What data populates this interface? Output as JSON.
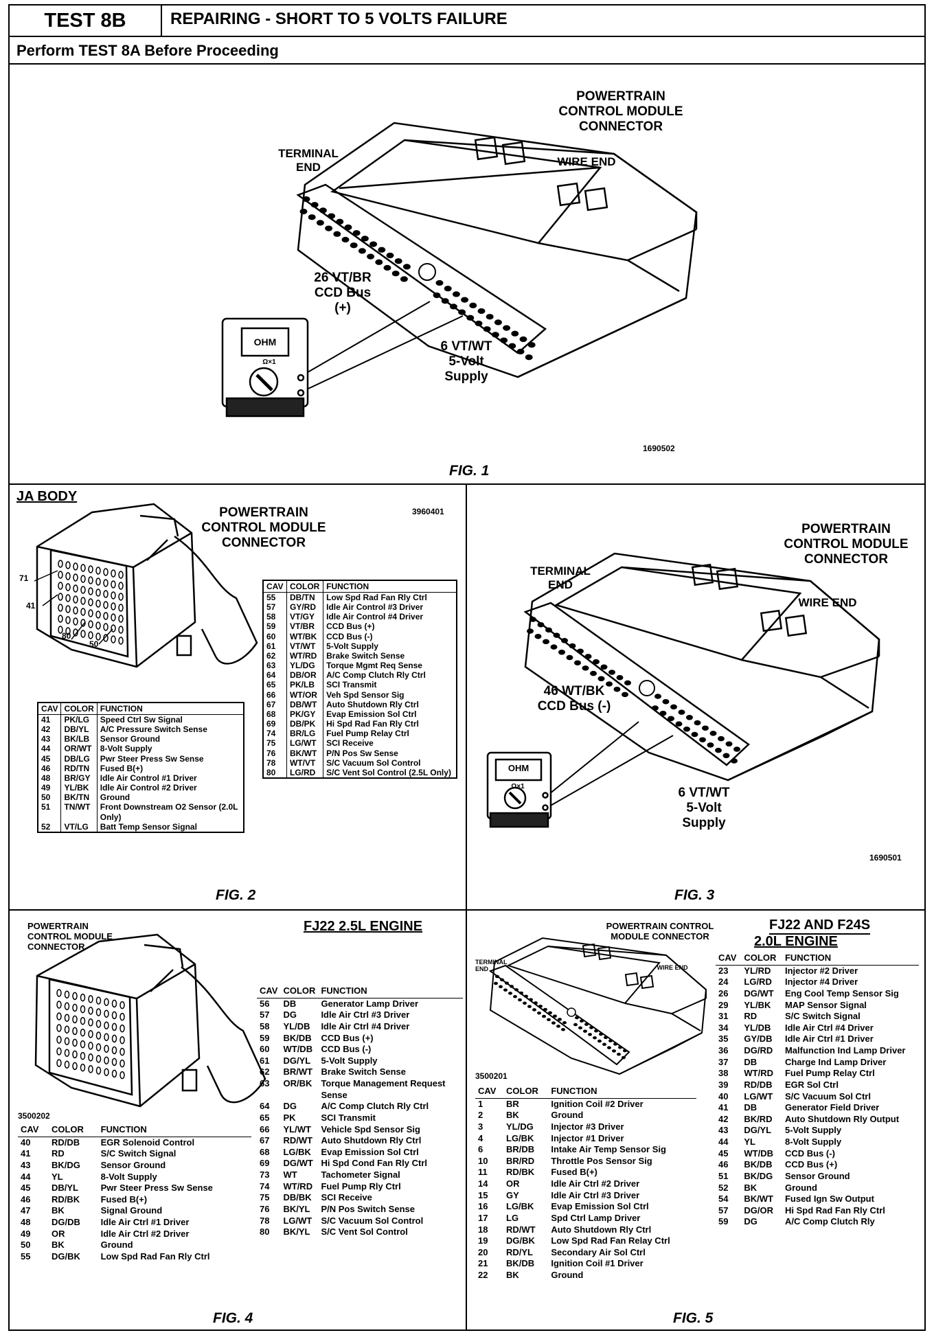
{
  "header": {
    "test_id": "TEST 8B",
    "title": "REPAIRING - SHORT TO 5 VOLTS FAILURE",
    "subtitle": "Perform TEST 8A Before Proceeding"
  },
  "fig1": {
    "connector_title": "POWERTRAIN CONTROL MODULE CONNECTOR",
    "terminal_end": "TERMINAL END",
    "wire_end": "WIRE END",
    "pin_a": "26 VT/BR CCD Bus (+)",
    "pin_b": "6 VT/WT 5-Volt Supply",
    "meter": "OHM",
    "meter_range": "Ω×1",
    "ref": "1690502",
    "caption": "FIG. 1"
  },
  "fig2": {
    "section": "JA BODY",
    "connector_title": "POWERTRAIN CONTROL MODULE CONNECTOR",
    "ref": "3960401",
    "pin_labels": [
      "71",
      "41",
      "80",
      "50"
    ],
    "caption": "FIG. 2",
    "headers": [
      "CAV",
      "COLOR",
      "FUNCTION"
    ],
    "table_left": [
      [
        "41",
        "PK/LG",
        "Speed Ctrl Sw Signal"
      ],
      [
        "42",
        "DB/YL",
        "A/C Pressure Switch Sense"
      ],
      [
        "43",
        "BK/LB",
        "Sensor Ground"
      ],
      [
        "44",
        "OR/WT",
        "8-Volt Supply"
      ],
      [
        "45",
        "DB/LG",
        "Pwr Steer Press Sw Sense"
      ],
      [
        "46",
        "RD/TN",
        "Fused B(+)"
      ],
      [
        "48",
        "BR/GY",
        "Idle Air Control #1 Driver"
      ],
      [
        "49",
        "YL/BK",
        "Idle Air Control #2 Driver"
      ],
      [
        "50",
        "BK/TN",
        "Ground"
      ],
      [
        "51",
        "TN/WT",
        "Front Downstream O2 Sensor (2.0L Only)"
      ],
      [
        "52",
        "VT/LG",
        "Batt Temp Sensor Signal"
      ]
    ],
    "table_right": [
      [
        "55",
        "DB/TN",
        "Low Spd Rad Fan Rly Ctrl"
      ],
      [
        "57",
        "GY/RD",
        "Idle Air Control #3 Driver"
      ],
      [
        "58",
        "VT/GY",
        "Idle Air Control #4 Driver"
      ],
      [
        "59",
        "VT/BR",
        "CCD Bus (+)"
      ],
      [
        "60",
        "WT/BK",
        "CCD Bus (-)"
      ],
      [
        "61",
        "VT/WT",
        "5-Volt Supply"
      ],
      [
        "62",
        "WT/RD",
        "Brake Switch Sense"
      ],
      [
        "63",
        "YL/DG",
        "Torque Mgmt Req Sense"
      ],
      [
        "64",
        "DB/OR",
        "A/C Comp Clutch Rly Ctrl"
      ],
      [
        "65",
        "PK/LB",
        "SCI Transmit"
      ],
      [
        "66",
        "WT/OR",
        "Veh Spd Sensor Sig"
      ],
      [
        "67",
        "DB/WT",
        "Auto Shutdown Rly Ctrl"
      ],
      [
        "68",
        "PK/GY",
        "Evap Emission Sol Ctrl"
      ],
      [
        "69",
        "DB/PK",
        "Hi Spd Rad Fan Rly Ctrl"
      ],
      [
        "74",
        "BR/LG",
        "Fuel Pump Relay Ctrl"
      ],
      [
        "75",
        "LG/WT",
        "SCI Receive"
      ],
      [
        "76",
        "BK/WT",
        "P/N Pos Sw Sense"
      ],
      [
        "78",
        "WT/VT",
        "S/C Vacuum Sol Control"
      ],
      [
        "80",
        "LG/RD",
        "S/C Vent Sol Control (2.5L Only)"
      ]
    ]
  },
  "fig3": {
    "connector_title": "POWERTRAIN CONTROL MODULE CONNECTOR",
    "terminal_end": "TERMINAL END",
    "wire_end": "WIRE END",
    "pin_a": "46 WT/BK CCD Bus (-)",
    "pin_b": "6 VT/WT 5-Volt Supply",
    "meter": "OHM",
    "meter_range": "Ω×1",
    "ref": "1690501",
    "caption": "FIG. 3"
  },
  "fig4": {
    "section": "FJ22 2.5L ENGINE",
    "connector_title": "POWERTRAIN CONTROL MODULE CONNECTOR",
    "ref": "3500202",
    "caption": "FIG. 4",
    "headers": [
      "CAV",
      "COLOR",
      "FUNCTION"
    ],
    "table_left": [
      [
        "40",
        "RD/DB",
        "EGR Solenoid Control"
      ],
      [
        "41",
        "RD",
        "S/C Switch Signal"
      ],
      [
        "43",
        "BK/DG",
        "Sensor Ground"
      ],
      [
        "44",
        "YL",
        "8-Volt Supply"
      ],
      [
        "45",
        "DB/YL",
        "Pwr Steer Press Sw Sense"
      ],
      [
        "46",
        "RD/BK",
        "Fused B(+)"
      ],
      [
        "47",
        "BK",
        "Signal Ground"
      ],
      [
        "48",
        "DG/DB",
        "Idle Air Ctrl #1 Driver"
      ],
      [
        "49",
        "OR",
        "Idle Air Ctrl #2 Driver"
      ],
      [
        "50",
        "BK",
        "Ground"
      ],
      [
        "55",
        "DG/BK",
        "Low Spd Rad Fan Rly Ctrl"
      ]
    ],
    "table_right": [
      [
        "56",
        "DB",
        "Generator Lamp Driver"
      ],
      [
        "57",
        "DG",
        "Idle Air Ctrl #3 Driver"
      ],
      [
        "58",
        "YL/DB",
        "Idle Air Ctrl #4 Driver"
      ],
      [
        "59",
        "BK/DB",
        "CCD Bus (+)"
      ],
      [
        "60",
        "WT/DB",
        "CCD Bus (-)"
      ],
      [
        "61",
        "DG/YL",
        "5-Volt Supply"
      ],
      [
        "62",
        "BR/WT",
        "Brake Switch Sense"
      ],
      [
        "63",
        "OR/BK",
        "Torque Management Request Sense"
      ],
      [
        "64",
        "DG",
        "A/C Comp Clutch Rly Ctrl"
      ],
      [
        "65",
        "PK",
        "SCI Transmit"
      ],
      [
        "66",
        "YL/WT",
        "Vehicle Spd Sensor Sig"
      ],
      [
        "67",
        "RD/WT",
        "Auto Shutdown Rly Ctrl"
      ],
      [
        "68",
        "LG/BK",
        "Evap Emission Sol Ctrl"
      ],
      [
        "69",
        "DG/WT",
        "Hi Spd Cond Fan Rly Ctrl"
      ],
      [
        "73",
        "WT",
        "Tachometer Signal"
      ],
      [
        "74",
        "WT/RD",
        "Fuel Pump Rly Ctrl"
      ],
      [
        "75",
        "DB/BK",
        "SCI Receive"
      ],
      [
        "76",
        "BK/YL",
        "P/N Pos Switch Sense"
      ],
      [
        "78",
        "LG/WT",
        "S/C Vacuum Sol Control"
      ],
      [
        "80",
        "BK/YL",
        "S/C Vent Sol Control"
      ]
    ]
  },
  "fig5": {
    "section_line1": "FJ22 AND F24S",
    "section_line2": "2.0L ENGINE",
    "connector_title": "POWERTRAIN CONTROL MODULE CONNECTOR",
    "terminal_end": "TERMINAL END",
    "wire_end": "WIRE END",
    "ref": "3500201",
    "caption": "FIG. 5",
    "headers": [
      "CAV",
      "COLOR",
      "FUNCTION"
    ],
    "table_left": [
      [
        "1",
        "BR",
        "Ignition Coil #2 Driver"
      ],
      [
        "2",
        "BK",
        "Ground"
      ],
      [
        "3",
        "YL/DG",
        "Injector #3 Driver"
      ],
      [
        "4",
        "LG/BK",
        "Injector #1 Driver"
      ],
      [
        "6",
        "BR/DB",
        "Intake Air Temp Sensor Sig"
      ],
      [
        "10",
        "BR/RD",
        "Throttle Pos Sensor Sig"
      ],
      [
        "11",
        "RD/BK",
        "Fused B(+)"
      ],
      [
        "14",
        "OR",
        "Idle Air Ctrl #2 Driver"
      ],
      [
        "15",
        "GY",
        "Idle Air Ctrl #3 Driver"
      ],
      [
        "16",
        "LG/BK",
        "Evap Emission Sol Ctrl"
      ],
      [
        "17",
        "LG",
        "Spd Ctrl Lamp Driver"
      ],
      [
        "18",
        "RD/WT",
        "Auto Shutdown Rly Ctrl"
      ],
      [
        "19",
        "DG/BK",
        "Low Spd Rad Fan Relay Ctrl"
      ],
      [
        "20",
        "RD/YL",
        "Secondary Air Sol Ctrl"
      ],
      [
        "21",
        "BK/DB",
        "Ignition Coil #1 Driver"
      ],
      [
        "22",
        "BK",
        "Ground"
      ]
    ],
    "table_right": [
      [
        "23",
        "YL/RD",
        "Injector #2 Driver"
      ],
      [
        "24",
        "LG/RD",
        "Injector #4 Driver"
      ],
      [
        "26",
        "DG/WT",
        "Eng Cool Temp Sensor Sig"
      ],
      [
        "29",
        "YL/BK",
        "MAP Sensor Signal"
      ],
      [
        "31",
        "RD",
        "S/C Switch Signal"
      ],
      [
        "34",
        "YL/DB",
        "Idle Air Ctrl #4 Driver"
      ],
      [
        "35",
        "GY/DB",
        "Idle Air Ctrl #1 Driver"
      ],
      [
        "36",
        "DG/RD",
        "Malfunction Ind Lamp Driver"
      ],
      [
        "37",
        "DB",
        "Charge Ind Lamp Driver"
      ],
      [
        "38",
        "WT/RD",
        "Fuel Pump Relay Ctrl"
      ],
      [
        "39",
        "RD/DB",
        "EGR Sol Ctrl"
      ],
      [
        "40",
        "LG/WT",
        "S/C Vacuum Sol Ctrl"
      ],
      [
        "41",
        "DB",
        "Generator Field Driver"
      ],
      [
        "42",
        "BK/RD",
        "Auto Shutdown Rly Output"
      ],
      [
        "43",
        "DG/YL",
        "5-Volt Supply"
      ],
      [
        "44",
        "YL",
        "8-Volt Supply"
      ],
      [
        "45",
        "WT/DB",
        "CCD Bus (-)"
      ],
      [
        "46",
        "BK/DB",
        "CCD Bus (+)"
      ],
      [
        "51",
        "BK/DG",
        "Sensor Ground"
      ],
      [
        "52",
        "BK",
        "Ground"
      ],
      [
        "54",
        "BK/WT",
        "Fused Ign Sw Output"
      ],
      [
        "57",
        "DG/OR",
        "Hi Spd Rad Fan Rly Ctrl"
      ],
      [
        "59",
        "DG",
        "A/C Comp Clutch Rly"
      ]
    ]
  }
}
